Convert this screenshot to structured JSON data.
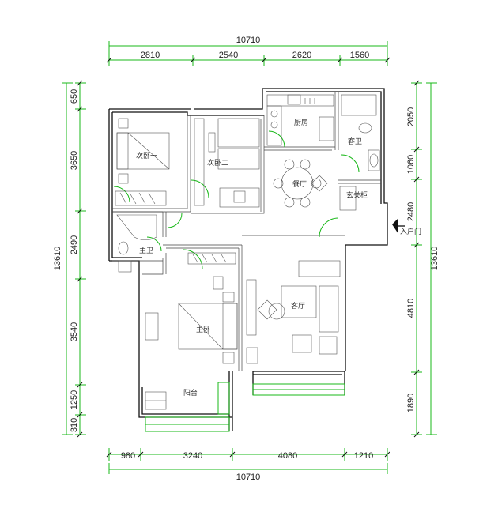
{
  "dimensions": {
    "top_total": "10710",
    "top_segments": [
      "2810",
      "2540",
      "2620",
      "1560"
    ],
    "bottom_total": "10710",
    "bottom_segments": [
      "980",
      "3240",
      "4080",
      "1210"
    ],
    "left_total": "13610",
    "left_segments": [
      "650",
      "3650",
      "2490",
      "3540",
      "1250",
      "310"
    ],
    "right_total": "13610",
    "right_segments": [
      "2050",
      "1060",
      "2480",
      "4810",
      "1890"
    ]
  },
  "rooms": {
    "bedroom2": "次卧一",
    "bedroom3": "次卧二",
    "kitchen": "厨房",
    "guest_bath": "客卫",
    "dining": "餐厅",
    "entrance_closet": "玄关柜",
    "master_bath": "主卫",
    "master_bedroom": "主卧",
    "living": "客厅",
    "balcony": "阳台",
    "entrance": "入户门"
  }
}
